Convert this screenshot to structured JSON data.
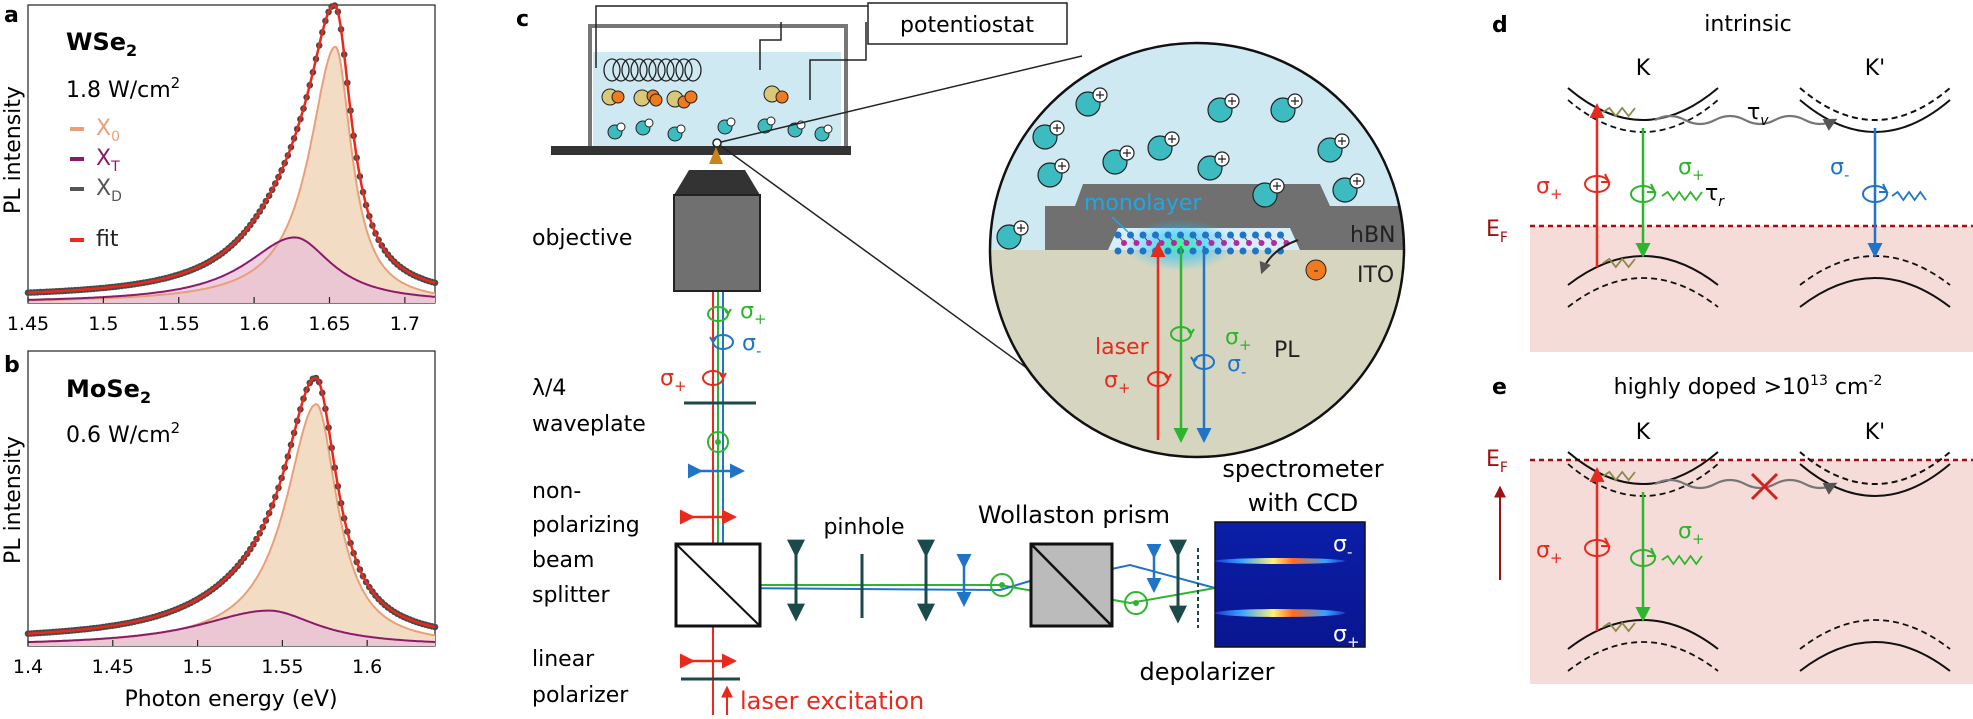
{
  "panels": {
    "a": "a",
    "b": "b",
    "c": "c",
    "d": "d",
    "e": "e"
  },
  "chart_data": [
    {
      "type": "line",
      "panel": "a",
      "material_label": "WSe",
      "material_sub": "2",
      "power_label": "1.8 W/cm",
      "power_sup": "2",
      "ylabel": "PL intensity",
      "xlabel": "",
      "xlim": [
        1.45,
        1.72
      ],
      "xticks": [
        "1.45",
        "1.5",
        "1.55",
        "1.6",
        "1.65",
        "1.7"
      ],
      "xtick_values": [
        1.45,
        1.5,
        1.55,
        1.6,
        1.65,
        1.7
      ],
      "legend": [
        {
          "main": "X",
          "sub": "0",
          "color": "#e8a07a"
        },
        {
          "main": "X",
          "sub": "T",
          "color": "#8b1a6b"
        },
        {
          "main": "X",
          "sub": "D",
          "color": "#555555"
        },
        {
          "main": "fit",
          "sub": "",
          "color": "#e8291c"
        }
      ],
      "peaks": {
        "X0": {
          "center": 1.654,
          "amp": 0.86,
          "width_low": 0.021,
          "width_high": 0.013
        },
        "XT": {
          "center": 1.627,
          "amp": 0.22,
          "width_low": 0.04,
          "width_high": 0.03
        }
      }
    },
    {
      "type": "line",
      "panel": "b",
      "material_label": "MoSe",
      "material_sub": "2",
      "power_label": "0.6 W/cm",
      "power_sup": "2",
      "ylabel": "PL intensity",
      "xlabel": "Photon energy (eV)",
      "xlim": [
        1.4,
        1.64
      ],
      "xticks": [
        "1.4",
        "1.45",
        "1.5",
        "1.55",
        "1.6"
      ],
      "xtick_values": [
        1.4,
        1.45,
        1.5,
        1.55,
        1.6
      ],
      "peaks": {
        "X0": {
          "center": 1.57,
          "amp": 0.82,
          "width_low": 0.022,
          "width_high": 0.015
        },
        "XT": {
          "center": 1.542,
          "amp": 0.12,
          "width_low": 0.05,
          "width_high": 0.035
        }
      }
    }
  ],
  "setup": {
    "potentiostat": "potentiostat",
    "objective": "objective",
    "waveplate_1": "λ/4",
    "waveplate_2": "waveplate",
    "bs_1": "non-",
    "bs_2": "polarizing",
    "bs_3": "beam",
    "bs_4": "splitter",
    "lp_1": "linear",
    "lp_2": "polarizer",
    "laser_excitation": "laser excitation",
    "pinhole": "pinhole",
    "wollaston": "Wollaston prism",
    "spectrometer_1": "spectrometer",
    "spectrometer_2": "with CCD",
    "depolarizer": "depolarizer",
    "sigma": "σ",
    "plus": "+",
    "minus": "-",
    "inset": {
      "monolayer": "monolayer",
      "hbn": "hBN",
      "ito": "ITO",
      "laser": "laser",
      "pl": "PL"
    }
  },
  "band_d": {
    "title": "intrinsic",
    "k": "K",
    "kp": "K'",
    "ef": "E",
    "ef_sub": "F",
    "tau_v": "τ",
    "tau_v_sub": "v",
    "tau_r": "τ",
    "tau_r_sub": "r"
  },
  "band_e": {
    "title_main": "highly doped >10",
    "title_sup": "13",
    "title_unit": " cm",
    "title_unit_sup": "-2",
    "k": "K",
    "kp": "K'",
    "ef": "E",
    "ef_sub": "F"
  },
  "colors": {
    "red": "#e8291c",
    "green": "#2db52d",
    "blue": "#1f74c8",
    "teal": "#1a4a4a",
    "peach": "#e8a07a",
    "purple": "#8b1a6b",
    "dark_red": "#a01010",
    "pink_fill": "#f5dcd8"
  }
}
